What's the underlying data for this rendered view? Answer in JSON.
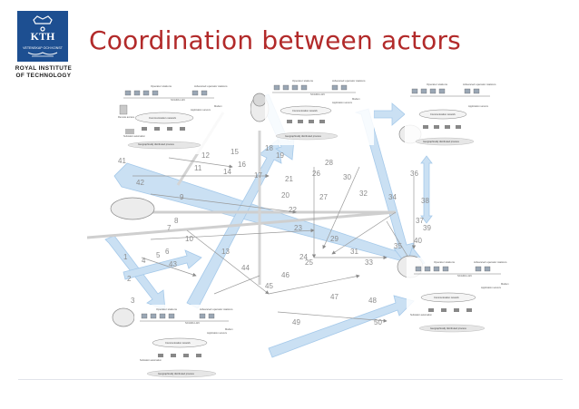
{
  "logo": {
    "text_top": "KTH",
    "text_bottom": "VETENSKAP OCH KONST"
  },
  "institution": {
    "line1": "ROYAL INSTITUTE",
    "line2": "OF TECHNOLOGY"
  },
  "slide": {
    "title": "Coordination between actors"
  },
  "diagram": {
    "actor_panel": {
      "operator_label": "Operator stations",
      "advanced_label": "Advanced operator stations",
      "router_label": "SCADA LAN",
      "network_label": "Communication network",
      "process_label": "Geographically distributed process",
      "substation_label": "Substation automation",
      "app_label": "Application servers",
      "modem_label": "Modem",
      "gateway_label": "Remote access"
    },
    "numbers": [
      "1",
      "2",
      "3",
      "4",
      "5",
      "6",
      "7",
      "8",
      "9",
      "10",
      "11",
      "12",
      "13",
      "14",
      "15",
      "16",
      "17",
      "18",
      "19",
      "20",
      "21",
      "22",
      "23",
      "24",
      "25",
      "26",
      "27",
      "28",
      "29",
      "30",
      "31",
      "32",
      "33",
      "34",
      "35",
      "36",
      "37",
      "38",
      "39",
      "40",
      "41",
      "42",
      "43",
      "44",
      "45",
      "46",
      "47",
      "48",
      "49",
      "50"
    ],
    "colors": {
      "arrow": "#c5ddf2",
      "arrow_edge": "#9cc4e8",
      "number": "#8c8c8c",
      "line": "#9a9a9a"
    }
  }
}
